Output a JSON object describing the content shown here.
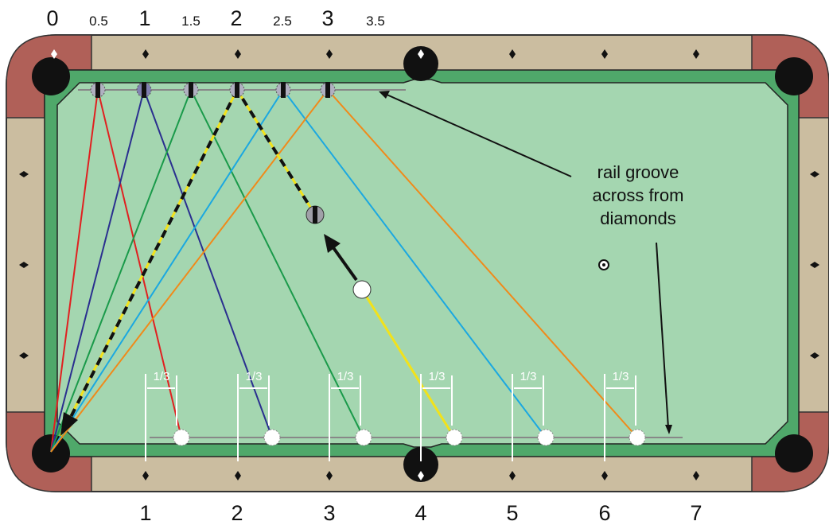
{
  "top_labels": [
    "0",
    "0.5",
    "1",
    "1.5",
    "2",
    "2.5",
    "3",
    "3.5"
  ],
  "bottom_labels": [
    "1",
    "2",
    "3",
    "4",
    "5",
    "6",
    "7"
  ],
  "third_label": "1/3",
  "annotation": [
    "rail groove",
    "across from",
    "diamonds"
  ],
  "colors": {
    "rail_wood": "#cbbda0",
    "corner_wood": "#b06058",
    "cushion": "#4fa86a",
    "cloth": "#a4d6b0",
    "pocket": "#111111",
    "lines": [
      "#e02020",
      "#2a2f8f",
      "#1a9a4a",
      "#f2e21a",
      "#1ba8e0",
      "#f08a1a"
    ]
  },
  "icons": {
    "diamond": "diamond-icon",
    "cue_ball": "cue-ball-icon",
    "object_ball": "object-ball-icon",
    "spot": "table-spot-icon"
  }
}
